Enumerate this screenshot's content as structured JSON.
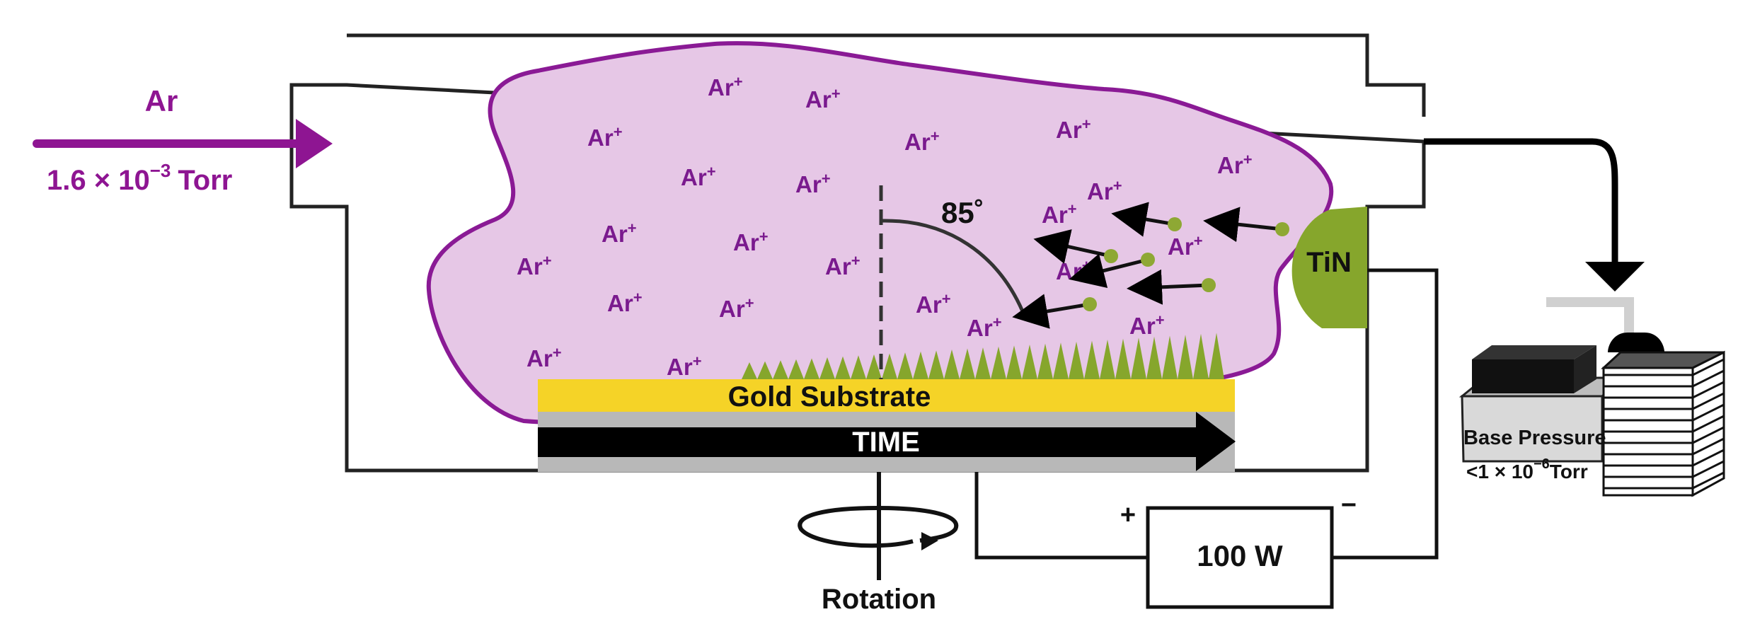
{
  "gas_inlet": {
    "label": "Ar",
    "pressure_prefix": "1.6 × 10",
    "pressure_exponent": "−3",
    "pressure_unit": "Torr"
  },
  "plasma": {
    "ion_base": "Ar",
    "ion_charge": "+"
  },
  "angle_label": "85˚",
  "target_label": "TiN",
  "substrate_label": "Gold Substrate",
  "time_label": "TIME",
  "rotation_label": "Rotation",
  "power_supply": {
    "label": "100 W",
    "plus": "+",
    "minus": "−"
  },
  "pump": {
    "line1": "Base Pressure",
    "line2_prefix": "<1 × 10",
    "line2_exponent": "−6",
    "line2_unit": "Torr"
  },
  "colors": {
    "plasma_fill": "#e6c7e6",
    "plasma_outline": "#8a1a95",
    "ion_text": "#7a1a8e",
    "inlet_arrow": "#8e1592",
    "target_green": "#86a62c",
    "particle_green": "#8ea834",
    "gold": "#f5d327",
    "gray_band": "#b8b8b8"
  }
}
